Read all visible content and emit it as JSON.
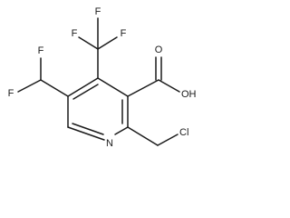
{
  "atoms": {
    "n_ring": "N",
    "f_cf3_top": "F",
    "f_cf3_left": "F",
    "f_cf3_right": "F",
    "f_chf2_top": "F",
    "f_chf2_bottom": "F",
    "cl": "Cl",
    "o_carbonyl": "O",
    "oh": "OH"
  }
}
